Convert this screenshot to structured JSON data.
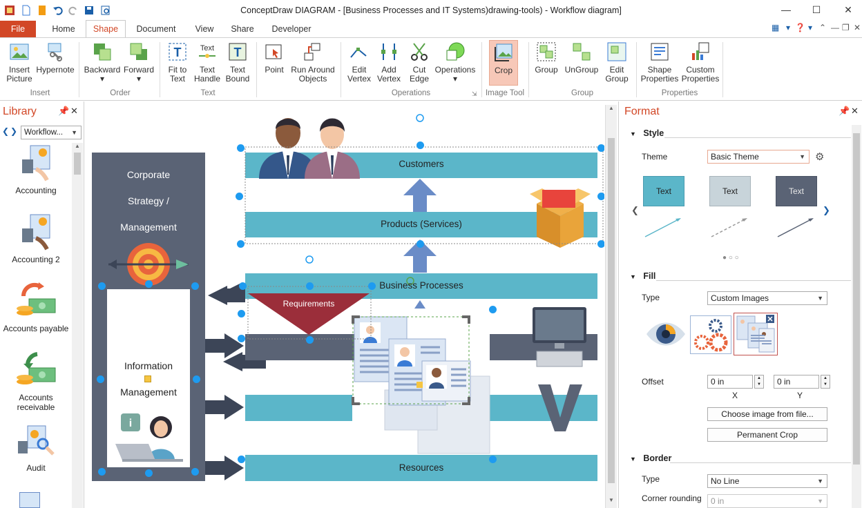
{
  "window": {
    "title": "ConceptDraw DIAGRAM - [Business Processes and IT Systems)drawing-tools) - Workflow diagram]"
  },
  "tabs": [
    "File",
    "Home",
    "Shape",
    "Document",
    "View",
    "Share",
    "Developer"
  ],
  "ribbon": {
    "insert_picture": "Insert\nPicture",
    "hypernote": "Hypernote",
    "backward": "Backward",
    "forward": "Forward",
    "fit_to_text": "Fit to\nText",
    "text_handle": "Text\nHandle",
    "text_bound": "Text\nBound",
    "point": "Point",
    "run_around": "Run Around\nObjects",
    "edit_vertex": "Edit\nVertex",
    "add_vertex": "Add\nVertex",
    "cut_edge": "Cut\nEdge",
    "operations": "Operations",
    "crop": "Crop",
    "group": "Group",
    "ungroup": "UnGroup",
    "edit_group": "Edit\nGroup",
    "shape_properties": "Shape\nProperties",
    "custom_properties": "Custom\nProperties",
    "groups": {
      "insert": "Insert",
      "order": "Order",
      "text": "Text",
      "operations": "Operations",
      "image_tool": "Image Tool",
      "group": "Group",
      "properties": "Properties"
    }
  },
  "library": {
    "title": "Library",
    "dropdown": "Workflow...",
    "items": [
      "Accounting",
      "Accounting 2",
      "Accounts payable",
      "Accounts\nreceivable",
      "Audit"
    ]
  },
  "diagram": {
    "corporate": "Corporate",
    "strategy": "Strategy /",
    "management": "Management",
    "information": "Information",
    "info_management": "Management",
    "customers": "Customers",
    "products": "Products (Services)",
    "business_processes": "Business Processes",
    "requirements": "Requirements",
    "resources": "Resources"
  },
  "format": {
    "title": "Format",
    "style_section": "Style",
    "theme_label": "Theme",
    "theme_value": "Basic Theme",
    "theme_sample": "Text",
    "fill_section": "Fill",
    "type_label": "Type",
    "fill_type": "Custom Images",
    "offset_label": "Offset",
    "offset_x": "0 in",
    "offset_y": "0 in",
    "x_label": "X",
    "y_label": "Y",
    "choose_image": "Choose image from file...",
    "permanent_crop": "Permanent Crop",
    "border_section": "Border",
    "border_type_label": "Type",
    "border_type": "No Line",
    "corner_label": "Corner rounding",
    "corner_value": "0 in"
  },
  "colors": {
    "accent": "#d24726",
    "band": "#5bb6c9",
    "dark_band": "#5a6375",
    "arrow": "#6a8cc7",
    "selection": "#1e9bf0"
  }
}
